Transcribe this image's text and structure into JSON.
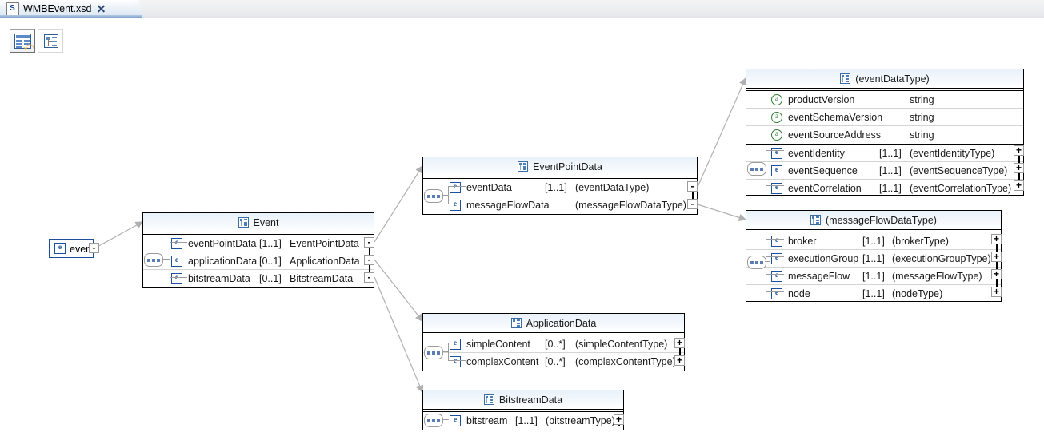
{
  "window": {
    "tab": {
      "label": "WMBEvent.xsd",
      "icon": "xsd-file-icon",
      "close_icon": "close-icon"
    }
  },
  "toolbar": {
    "buttons": [
      {
        "name": "show-columns-button",
        "icon": "columns-layout-icon",
        "state": "pressed"
      },
      {
        "name": "show-outline-button",
        "icon": "tree-outline-icon",
        "state": "normal"
      }
    ]
  },
  "diagram": {
    "root_element": {
      "label": "event",
      "icon": "element-icon",
      "expander": "-"
    },
    "boxes": [
      {
        "title": "Event",
        "icon": "complex-type-icon",
        "compositor": "sequence-icon",
        "rows": [
          {
            "kind": "element",
            "name": "eventPointData",
            "cardinality": "[1..1]",
            "type": "EventPointData",
            "expander": "-"
          },
          {
            "kind": "element",
            "name": "applicationData",
            "cardinality": "[0..1]",
            "type": "ApplicationData",
            "expander": "-"
          },
          {
            "kind": "element",
            "name": "bitstreamData",
            "cardinality": "[0..1]",
            "type": "BitstreamData",
            "expander": "-"
          }
        ]
      },
      {
        "title": "EventPointData",
        "icon": "complex-type-icon",
        "compositor": "sequence-icon",
        "rows": [
          {
            "kind": "element",
            "name": "eventData",
            "cardinality": "[1..1]",
            "type": "(eventDataType)",
            "expander": "-"
          },
          {
            "kind": "element",
            "name": "messageFlowData",
            "cardinality": "",
            "type": "(messageFlowDataType)",
            "expander": "-"
          }
        ]
      },
      {
        "title": "(eventDataType)",
        "icon": "complex-type-icon",
        "compositor": "sequence-icon",
        "attributes": [
          {
            "kind": "attribute",
            "name": "productVersion",
            "cardinality": "",
            "type": "string"
          },
          {
            "kind": "attribute",
            "name": "eventSchemaVersion",
            "cardinality": "",
            "type": "string"
          },
          {
            "kind": "attribute",
            "name": "eventSourceAddress",
            "cardinality": "",
            "type": "string"
          }
        ],
        "rows": [
          {
            "kind": "element",
            "name": "eventIdentity",
            "cardinality": "[1..1]",
            "type": "(eventIdentityType)",
            "expander": "+"
          },
          {
            "kind": "element",
            "name": "eventSequence",
            "cardinality": "[1..1]",
            "type": "(eventSequenceType)",
            "expander": "+"
          },
          {
            "kind": "element",
            "name": "eventCorrelation",
            "cardinality": "[1..1]",
            "type": "(eventCorrelationType)",
            "expander": "+"
          }
        ]
      },
      {
        "title": "(messageFlowDataType)",
        "icon": "complex-type-icon",
        "compositor": "sequence-icon",
        "rows": [
          {
            "kind": "element",
            "name": "broker",
            "cardinality": "[1..1]",
            "type": "(brokerType)",
            "expander": "+"
          },
          {
            "kind": "element",
            "name": "executionGroup",
            "cardinality": "[1..1]",
            "type": "(executionGroupType)",
            "expander": "+"
          },
          {
            "kind": "element",
            "name": "messageFlow",
            "cardinality": "[1..1]",
            "type": "(messageFlowType)",
            "expander": "+"
          },
          {
            "kind": "element",
            "name": "node",
            "cardinality": "[1..1]",
            "type": "(nodeType)",
            "expander": "+"
          }
        ]
      },
      {
        "title": "ApplicationData",
        "icon": "complex-type-icon",
        "compositor": "sequence-icon",
        "rows": [
          {
            "kind": "element",
            "name": "simpleContent",
            "cardinality": "[0..*]",
            "type": "(simpleContentType)",
            "expander": "+"
          },
          {
            "kind": "element",
            "name": "complexContent",
            "cardinality": "[0..*]",
            "type": "(complexContentType)",
            "expander": "+"
          }
        ]
      },
      {
        "title": "BitstreamData",
        "icon": "complex-type-icon",
        "compositor": "sequence-icon",
        "rows": [
          {
            "kind": "element",
            "name": "bitstream",
            "cardinality": "[1..1]",
            "type": "(bitstreamType)",
            "expander": "+"
          }
        ]
      }
    ]
  },
  "colors": {
    "element_icon": "#1c4f9c",
    "attribute_icon": "#2f7d32",
    "header_gradient_top": "#e9f1fa",
    "connector": "#b0b0b0",
    "tab_accent": "#3d6ca8"
  }
}
